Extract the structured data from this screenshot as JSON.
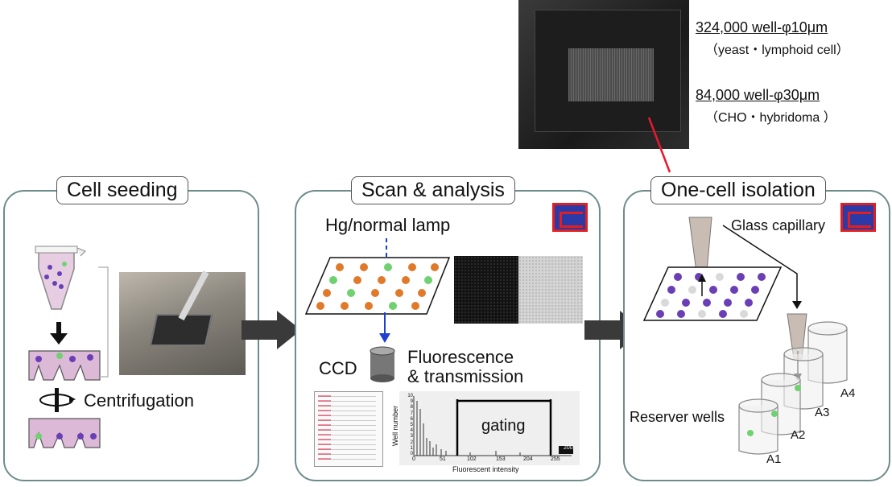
{
  "chip_caption": {
    "line1": "324,000 well-φ10μm",
    "line2": "（yeast・lymphoid cell）",
    "line3": "84,000 well-φ30μm",
    "line4": "（CHO・hybridoma ）"
  },
  "panels": {
    "seeding": {
      "title": "Cell seeding",
      "centrifugation": "Centrifugation"
    },
    "scan": {
      "title": "Scan & analysis",
      "lamp": "Hg/normal lamp",
      "ccd": "CCD",
      "fluorescence": "Fluorescence",
      "transmission": "& transmission",
      "gating": "gating",
      "histogram": {
        "ylabel": "Well number",
        "xlabel": "Fluorescent intensity",
        "yticks": [
          "10",
          "9",
          "8",
          "7",
          "6",
          "5",
          "4",
          "3",
          "2",
          "1",
          "0"
        ],
        "xticks": [
          "0",
          "51",
          "102",
          "153",
          "204",
          "255"
        ],
        "corner_value": "200"
      }
    },
    "isolation": {
      "title": "One-cell isolation",
      "capillary": "Glass capillary",
      "reservoir": "Reserver wells",
      "wells": [
        "A1",
        "A2",
        "A3",
        "A4"
      ]
    }
  },
  "colors": {
    "panel_border": "#6f8c8c",
    "flow_arrow": "#3a3a3a",
    "red_line": "#e8192c",
    "logo_red": "#e02020",
    "logo_blue": "#2c3aa8",
    "cell_purple": "#6a3fb5",
    "cell_green": "#6fd16f",
    "cell_orange": "#e07a2a"
  }
}
